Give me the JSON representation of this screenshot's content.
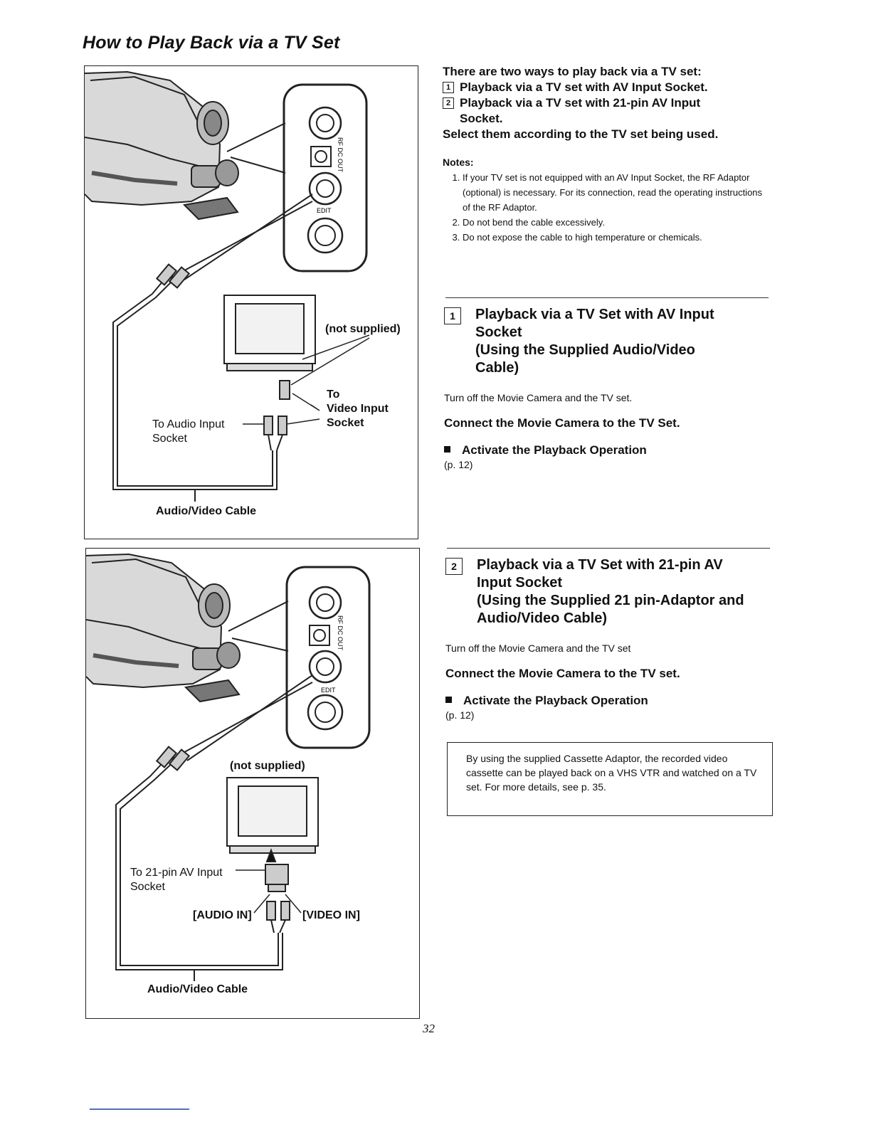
{
  "page_title": "How to Play Back via a TV Set",
  "diagram1": {
    "not_supplied": "(not supplied)",
    "to_video_input": "To\nVideo Input\nSocket",
    "to_audio_input": "To Audio Input\nSocket",
    "cable": "Audio/Video Cable",
    "jack_panel_text": "RF DC OUT",
    "edit_label": "EDIT"
  },
  "diagram2": {
    "not_supplied": "(not supplied)",
    "to_21pin": "To 21-pin AV Input\nSocket",
    "audio_in": "[AUDIO IN]",
    "video_in": "[VIDEO IN]",
    "cable": "Audio/Video Cable",
    "jack_panel_text": "RF DC OUT",
    "edit_label": "EDIT"
  },
  "intro": {
    "line1": "There are two ways to play back via a TV set:",
    "opt1_num": "1",
    "opt1": "Playback via a TV set with AV Input Socket.",
    "opt2_num": "2",
    "opt2": "Playback via a TV set with 21-pin AV Input Socket.",
    "select": "Select them according to the TV set being used."
  },
  "notes": {
    "heading": "Notes:",
    "items": [
      "If your TV set is not equipped with an AV Input Socket, the RF Adaptor (optional) is necessary. For its connection, read the operating instructions of the RF Adaptor.",
      "Do not bend the cable excessively.",
      "Do not expose the cable to high temperature or chemicals."
    ]
  },
  "section1": {
    "num": "1",
    "title": "Playback via a TV Set with AV Input Socket",
    "subtitle": "(Using the Supplied Audio/Video Cable)",
    "turn_off": "Turn off the Movie Camera and the TV set.",
    "connect": "Connect the Movie Camera to the TV Set.",
    "activate": "Activate the Playback Operation",
    "page_ref": "(p. 12)"
  },
  "section2": {
    "num": "2",
    "title": "Playback via a TV Set with 21-pin AV Input Socket",
    "subtitle": "(Using the Supplied 21 pin-Adaptor and Audio/Video Cable)",
    "turn_off": "Turn off the Movie Camera and the TV set",
    "connect": "Connect the Movie Camera to the TV set.",
    "activate": "Activate the Playback Operation",
    "page_ref": "(p. 12)"
  },
  "info_box": "By using the supplied Cassette Adaptor, the recorded video cassette can be played back on a VHS VTR and watched on a TV set. For more details, see p. 35.",
  "page_number": "32"
}
